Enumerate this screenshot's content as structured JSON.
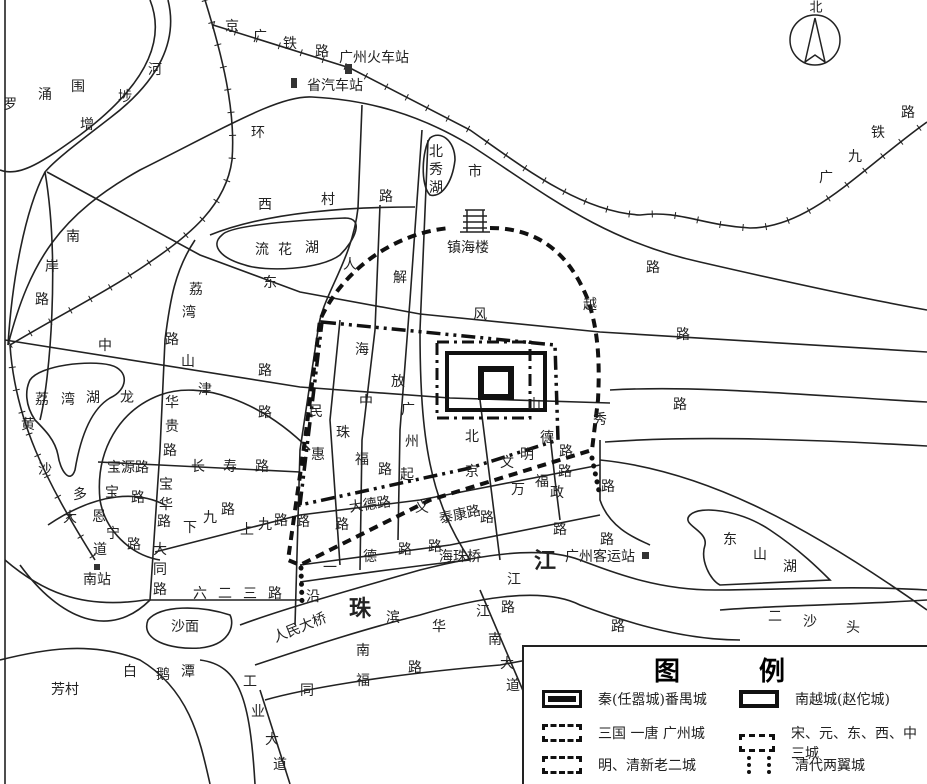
{
  "compass": {
    "north_label": "北"
  },
  "labels": [
    {
      "id": "jingguang-railway",
      "text": "京广铁路"
    },
    {
      "id": "guangzhou-railway-station",
      "text": "广州火车站"
    },
    {
      "id": "provincial-bus-station",
      "text": "省汽车站"
    },
    {
      "id": "luochongwei",
      "text": "罗涌围"
    },
    {
      "id": "zengbu-river",
      "text": "增埗河"
    },
    {
      "id": "huanshi-road",
      "text": "环市路"
    },
    {
      "id": "beixiu-lake",
      "text": "北秀湖"
    },
    {
      "id": "xicun-road",
      "text": "西村路"
    },
    {
      "id": "liuhua-lake",
      "text": "流花湖"
    },
    {
      "id": "renmin-road",
      "text": "人民路"
    },
    {
      "id": "jiefang-road",
      "text": "解放"
    },
    {
      "id": "dongfeng-road",
      "text": "东风路"
    },
    {
      "id": "zhongshan-road-west",
      "text": "中山路"
    },
    {
      "id": "zhongshan-road-east",
      "text": "中山路"
    },
    {
      "id": "liwan-road",
      "text": "荔湾路"
    },
    {
      "id": "nanan-road",
      "text": "南岸路"
    },
    {
      "id": "liwan-lake",
      "text": "荔湾湖"
    },
    {
      "id": "longjin-road",
      "text": "龙津路"
    },
    {
      "id": "huangsha-avenue",
      "text": "黄沙大道"
    },
    {
      "id": "huagui-road",
      "text": "华贵路"
    },
    {
      "id": "baoyuan-road",
      "text": "宝源路"
    },
    {
      "id": "changshou-road",
      "text": "长寿路"
    },
    {
      "id": "duobao-road",
      "text": "多宝路"
    },
    {
      "id": "baohua-road",
      "text": "宝华路"
    },
    {
      "id": "enning-road",
      "text": "恩宁路"
    },
    {
      "id": "xiajiu-road",
      "text": "下九路"
    },
    {
      "id": "shangjiu-road",
      "text": "上九路"
    },
    {
      "id": "datong-road",
      "text": "大同路"
    },
    {
      "id": "south-station",
      "text": "南站"
    },
    {
      "id": "liuersan-road",
      "text": "六二三路"
    },
    {
      "id": "shamian",
      "text": "沙面"
    },
    {
      "id": "haizhu-road",
      "text": "海珠路"
    },
    {
      "id": "huifu-road",
      "text": "惠福路"
    },
    {
      "id": "dade-road",
      "text": "大德路"
    },
    {
      "id": "qiyi-road",
      "text": "广州起义路"
    },
    {
      "id": "yide-road",
      "text": "一德路"
    },
    {
      "id": "beijing-road",
      "text": "北京路"
    },
    {
      "id": "taikang-road",
      "text": "泰康路"
    },
    {
      "id": "wenming-road",
      "text": "文明路"
    },
    {
      "id": "wanfu-road",
      "text": "万福路"
    },
    {
      "id": "dezheng-road",
      "text": "德政路"
    },
    {
      "id": "yuexiu-road",
      "text": "越秀路"
    },
    {
      "id": "zhenhai-tower",
      "text": "镇海楼"
    },
    {
      "id": "yanjiang-road",
      "text": "沿"
    },
    {
      "id": "pearl-river",
      "text": "珠江"
    },
    {
      "id": "people-bridge",
      "text": "人民大桥"
    },
    {
      "id": "haizhu-bridge",
      "text": "海珠桥"
    },
    {
      "id": "binjiang-road",
      "text": "滨江路"
    },
    {
      "id": "jiangnan-avenue",
      "text": "江南大道"
    },
    {
      "id": "nanhua-road",
      "text": "南华"
    },
    {
      "id": "tongfu-road",
      "text": "同福路"
    },
    {
      "id": "gongye-avenue",
      "text": "工业大道"
    },
    {
      "id": "baietan",
      "text": "白鹅潭"
    },
    {
      "id": "fangcun",
      "text": "芳村"
    },
    {
      "id": "guangzhou-passenger-station",
      "text": "广州客运站"
    },
    {
      "id": "dongshan-lake",
      "text": "东山湖"
    },
    {
      "id": "ershatou",
      "text": "二沙头"
    },
    {
      "id": "guangjiu-railway",
      "text": "广九铁路"
    },
    {
      "id": "road-east-1",
      "text": "路"
    },
    {
      "id": "road-east-2",
      "text": "路"
    }
  ],
  "legend": {
    "title_chars": [
      "图",
      "例"
    ],
    "items": [
      {
        "key": "qin",
        "label": "秦(任嚣城)番禺城"
      },
      {
        "key": "nanyue",
        "label": "南越城(赵佗城)"
      },
      {
        "key": "tang",
        "label": "三国 一唐 广州城"
      },
      {
        "key": "song",
        "label": "宋、元、东、西、中三城"
      },
      {
        "key": "ming",
        "label": "明、清新老二城"
      },
      {
        "key": "qing",
        "label": "清代两翼城"
      }
    ]
  }
}
